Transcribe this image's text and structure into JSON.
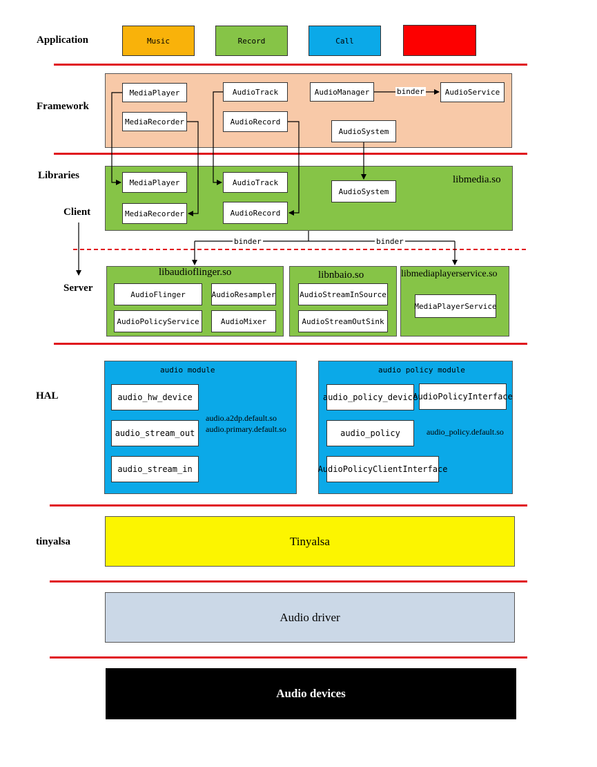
{
  "layers": {
    "application": "Application",
    "framework": "Framework",
    "libraries": "Libraries",
    "client": "Client",
    "server": "Server",
    "hal": "HAL",
    "tinyalsa": "tinyalsa"
  },
  "apps": {
    "music": "Music",
    "record": "Record",
    "call": "Call",
    "fourth": ""
  },
  "framework": {
    "media_player": "MediaPlayer",
    "media_recorder": "MediaRecorder",
    "audio_track": "AudioTrack",
    "audio_record": "AudioRecord",
    "audio_manager": "AudioManager",
    "binder": "binder",
    "audio_service": "AudioService",
    "audio_system": "AudioSystem"
  },
  "libraries": {
    "title": "libmedia.so",
    "media_player": "MediaPlayer",
    "media_recorder": "MediaRecorder",
    "audio_track": "AudioTrack",
    "audio_record": "AudioRecord",
    "audio_system": "AudioSystem"
  },
  "binder_links": {
    "left": "binder",
    "right": "binder"
  },
  "server": {
    "audioflinger": {
      "title": "libaudioflinger.so",
      "audio_flinger": "AudioFlinger",
      "audio_resampler": "AudioResampler",
      "audio_policy_service": "AudioPolicyService",
      "audio_mixer": "AudioMixer"
    },
    "nbaio": {
      "title": "libnbaio.so",
      "in_source": "AudioStreamInSource",
      "out_sink": "AudioStreamOutSink"
    },
    "mediaplayerservice": {
      "title": "libmediaplayerservice.so",
      "service": "MediaPlayerService"
    }
  },
  "hal": {
    "audio_module": {
      "title": "audio module",
      "hw_device": "audio_hw_device",
      "stream_out": "audio_stream_out",
      "stream_in": "audio_stream_in",
      "lib1": "audio.a2dp.default.so",
      "lib2": "audio.primary.default.so"
    },
    "policy_module": {
      "title": "audio policy module",
      "policy_device": "audio_policy_device",
      "policy_interface": "AudioPolicyInterface",
      "policy": "audio_policy",
      "lib": "audio_policy.default.so",
      "client_interface": "AudioPolicyClientInterface"
    }
  },
  "tinyalsa_box": "Tinyalsa",
  "audio_driver": "Audio driver",
  "audio_devices": "Audio devices",
  "colors": {
    "music": "#f9b20a",
    "record": "#86c447",
    "call": "#0ba9e8",
    "fourth": "#fd0000",
    "separator": "#e0101c",
    "framework_bg": "#f8c9a8",
    "libraries_bg": "#86c447",
    "hal_bg": "#0ba9e8",
    "tinyalsa_bg": "#fcf500",
    "driver_bg": "#cbd8e7",
    "devices_bg": "#000000"
  }
}
